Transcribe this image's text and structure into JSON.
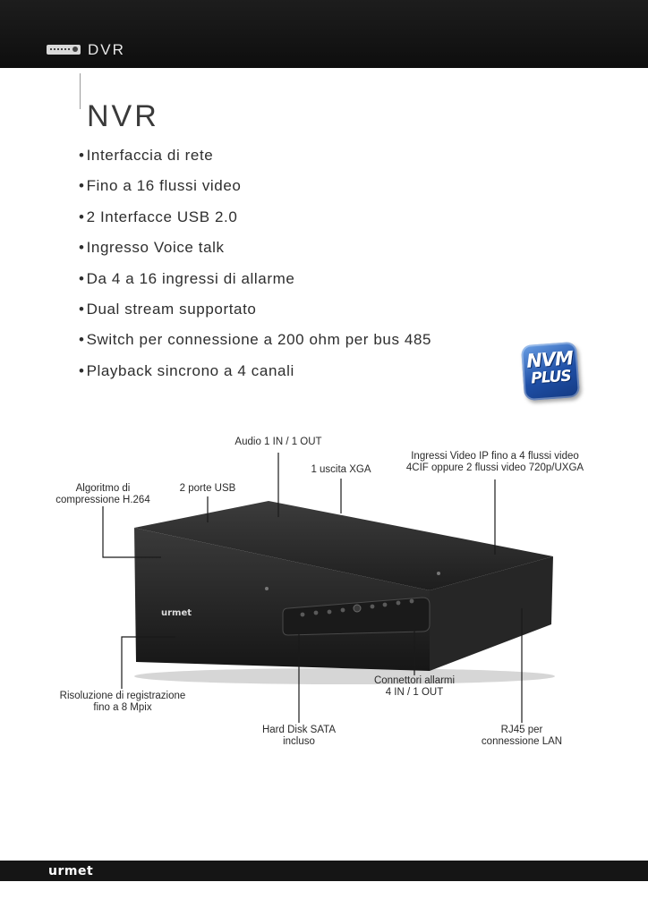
{
  "header": {
    "label": "DVR"
  },
  "page": {
    "title": "NVR"
  },
  "features": [
    "Interfaccia di rete",
    "Fino a 16 flussi video",
    "2 Interfacce USB 2.0",
    "Ingresso Voice talk",
    "Da 4 a 16 ingressi di allarme",
    "Dual stream supportato",
    "Switch per connessione a 200 ohm per bus 485",
    "Playback sincrono a 4 canali"
  ],
  "badge": {
    "line1": "NVM",
    "line2": "PLUS"
  },
  "device": {
    "brand": "urmet"
  },
  "callouts": {
    "audio": "Audio 1 IN / 1 OUT",
    "ingressi": "Ingressi Video IP fino a 4 flussi video\n4CIF oppure 2 flussi video 720p/UXGA",
    "xga": "1 uscita XGA",
    "algoritmo": "Algoritmo di\ncompressione H.264",
    "usb": "2 porte USB",
    "risoluzione": "Risoluzione di registrazione\nfino a  8 Mpix",
    "allarmi": "Connettori allarmi\n4 IN / 1 OUT",
    "hdd": "Hard Disk SATA\nincluso",
    "rj45": "RJ45 per\nconnessione LAN"
  },
  "footer": {
    "logo": "urmet"
  }
}
